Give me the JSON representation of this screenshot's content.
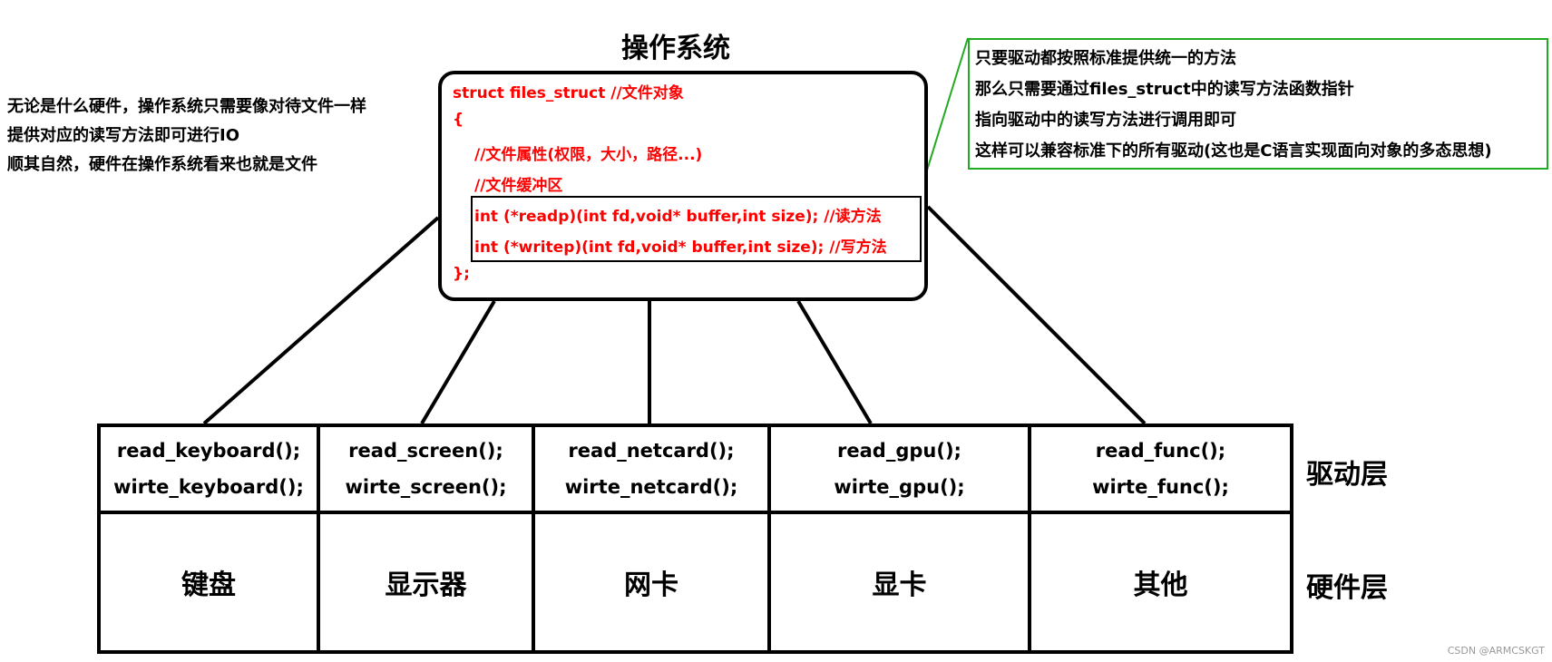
{
  "title": "操作系统",
  "left_note": [
    "无论是什么硬件，操作系统只需要像对待文件一样",
    "提供对应的读写方法即可进行IO",
    "顺其自然，硬件在操作系统看来也就是文件"
  ],
  "code": {
    "line1": "struct files_struct //文件对象",
    "line2": "{",
    "line3": "//文件属性(权限，大小，路径...)",
    "line4": "//文件缓冲区",
    "line5": "int (*readp)(int fd,void* buffer,int size); //读方法",
    "line6": "int (*writep)(int fd,void* buffer,int size); //写方法",
    "line7": "};"
  },
  "right_note": [
    "只要驱动都按照标准提供统一的方法",
    "那么只需要通过files_struct中的读写方法函数指针",
    "指向驱动中的读写方法进行调用即可",
    "这样可以兼容标准下的所有驱动(这也是C语言实现面向对象的多态思想)"
  ],
  "drivers": [
    {
      "read": "read_keyboard();",
      "write": "wirte_keyboard();"
    },
    {
      "read": "read_screen();",
      "write": "wirte_screen();"
    },
    {
      "read": "read_netcard();",
      "write": "wirte_netcard();"
    },
    {
      "read": "read_gpu();",
      "write": "wirte_gpu();"
    },
    {
      "read": "read_func();",
      "write": "wirte_func();"
    }
  ],
  "hardware": [
    "键盘",
    "显示器",
    "网卡",
    "显卡",
    "其他"
  ],
  "layers": {
    "driver": "驱动层",
    "hardware": "硬件层"
  },
  "watermark": "CSDN @ARMCSKGT",
  "colors": {
    "code": "#ff0000",
    "note_border": "#22aa22",
    "line": "#000000"
  }
}
